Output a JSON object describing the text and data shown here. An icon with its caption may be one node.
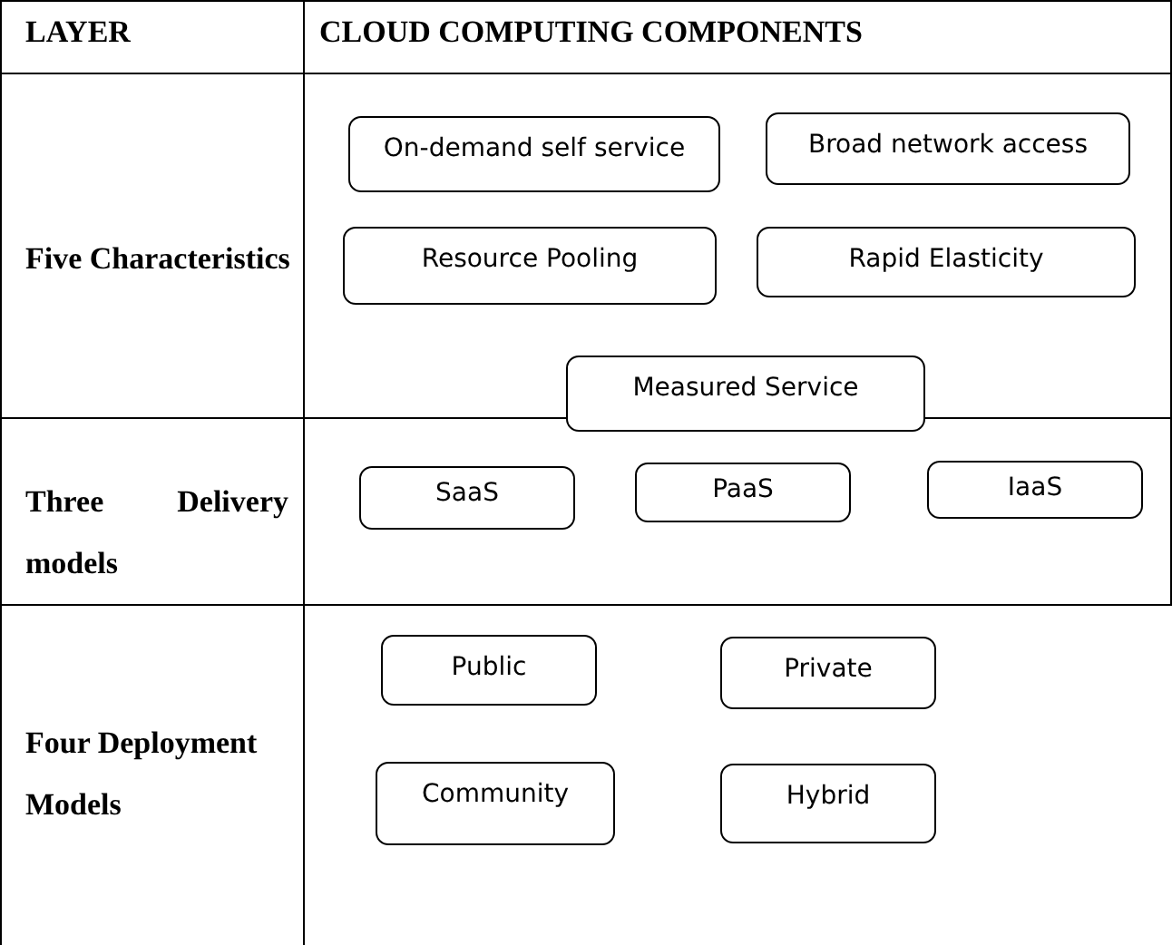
{
  "diagram": {
    "nodes": [
      {
        "text": [
          "On-demand self service"
        ]
      },
      {
        "text": [
          "Broad network access"
        ]
      },
      {
        "text": [
          "Resource Pooling"
        ]
      },
      {
        "text": [
          "Rapid Elasticity"
        ]
      },
      {
        "text": [
          "Measured Service"
        ]
      },
      {
        "text": [
          "SaaS"
        ]
      },
      {
        "text": [
          "PaaS"
        ]
      },
      {
        "text": [
          "IaaS"
        ]
      },
      {
        "text": [
          "Public"
        ]
      },
      {
        "text": [
          "Private"
        ]
      },
      {
        "text": [
          "Community"
        ]
      },
      {
        "text": [
          "Hybrid"
        ]
      }
    ],
    "edges": [],
    "labels": [
      "LAYER",
      "CLOUD COMPUTING COMPONENTS",
      "Five Characteristics",
      "Three Delivery models",
      "Four Deployment Models"
    ]
  }
}
